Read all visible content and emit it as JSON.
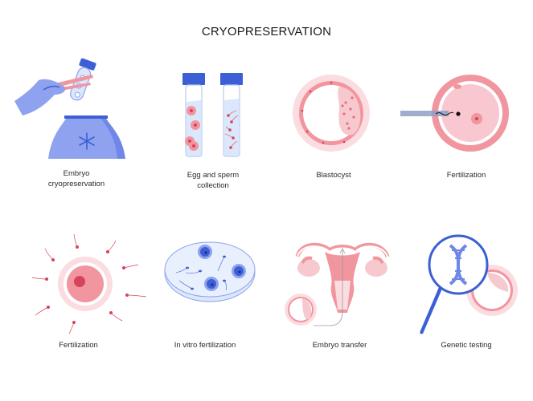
{
  "title": "CRYOPRESERVATION",
  "colors": {
    "blue_light": "#8ea2ef",
    "blue_dark": "#3d5fd6",
    "pink_light": "#f6c9cf",
    "pink_mid": "#f1959f",
    "pink_dark": "#d6435a",
    "tube_fill": "#dbe7fb"
  },
  "panels": [
    {
      "id": "embryo-cryopreservation",
      "label": "Embryo\ncryopreservation",
      "icon": "hand-tube-cryo-tank-icon"
    },
    {
      "id": "egg-sperm-collection",
      "label": "Egg and sperm\ncollection",
      "icon": "test-tubes-icon"
    },
    {
      "id": "blastocyst",
      "label": "Blastocyst",
      "icon": "blastocyst-icon"
    },
    {
      "id": "fertilization-icsi",
      "label": "Fertilization",
      "icon": "egg-injection-icon"
    },
    {
      "id": "fertilization",
      "label": "Fertilization",
      "icon": "egg-sperm-icon"
    },
    {
      "id": "in-vitro-fertilization",
      "label": "In vitro fertilization",
      "icon": "petri-dish-icon"
    },
    {
      "id": "embryo-transfer",
      "label": "Embryo transfer",
      "icon": "uterus-icon"
    },
    {
      "id": "genetic-testing",
      "label": "Genetic testing",
      "icon": "magnifier-dna-icon"
    }
  ]
}
